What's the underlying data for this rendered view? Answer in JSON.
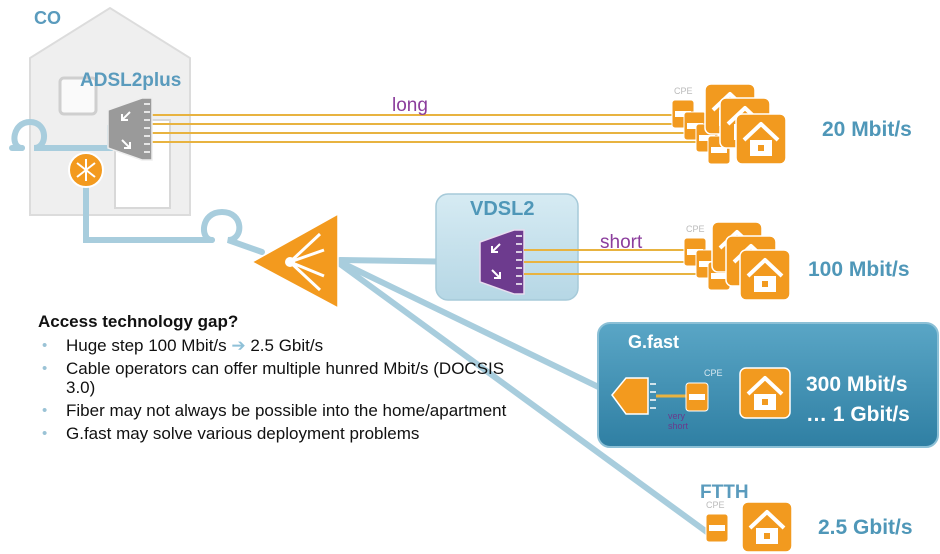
{
  "labels": {
    "co": "CO",
    "adsl": "ADSL2plus",
    "vdsl": "VDSL2",
    "gfast": "G.fast",
    "ftth": "FTTH",
    "long": "long",
    "short": "short",
    "very_short_line1": "very",
    "very_short_line2": "short",
    "cpe": "CPE"
  },
  "speeds": {
    "adsl": "20 Mbit/s",
    "vdsl": "100 Mbit/s",
    "gfast_line1": "300 Mbit/s",
    "gfast_line2": "… 1 Gbit/s",
    "ftth": "2.5 Gbit/s"
  },
  "notes": {
    "title": "Access technology  gap?",
    "bullets": [
      {
        "before": "Huge step 100 Mbit/s ",
        "arrow": "➔",
        "after": " 2.5 Gbit/s"
      },
      {
        "text": "Cable operators can offer multiple hunred Mbit/s (DOCSIS 3.0)"
      },
      {
        "text": "Fiber may not always be possible into the home/apartment"
      },
      {
        "text": "G.fast may solve various deployment problems"
      }
    ]
  },
  "colors": {
    "orange": "#f39a1e",
    "orange_dark": "#e07a10",
    "fiber": "#a8cddd",
    "copper": "#e8b340",
    "purple": "#6d3b8e",
    "gray_dslam": "#9a9a9a",
    "teal_box": "#3f91b3",
    "vdsl_box": "#c5e1ec"
  },
  "icons": [
    "house-icon",
    "cpe-modem-icon",
    "splitter-icon",
    "dslam-icon",
    "fiber-coil-icon",
    "arrow-right-icon"
  ]
}
